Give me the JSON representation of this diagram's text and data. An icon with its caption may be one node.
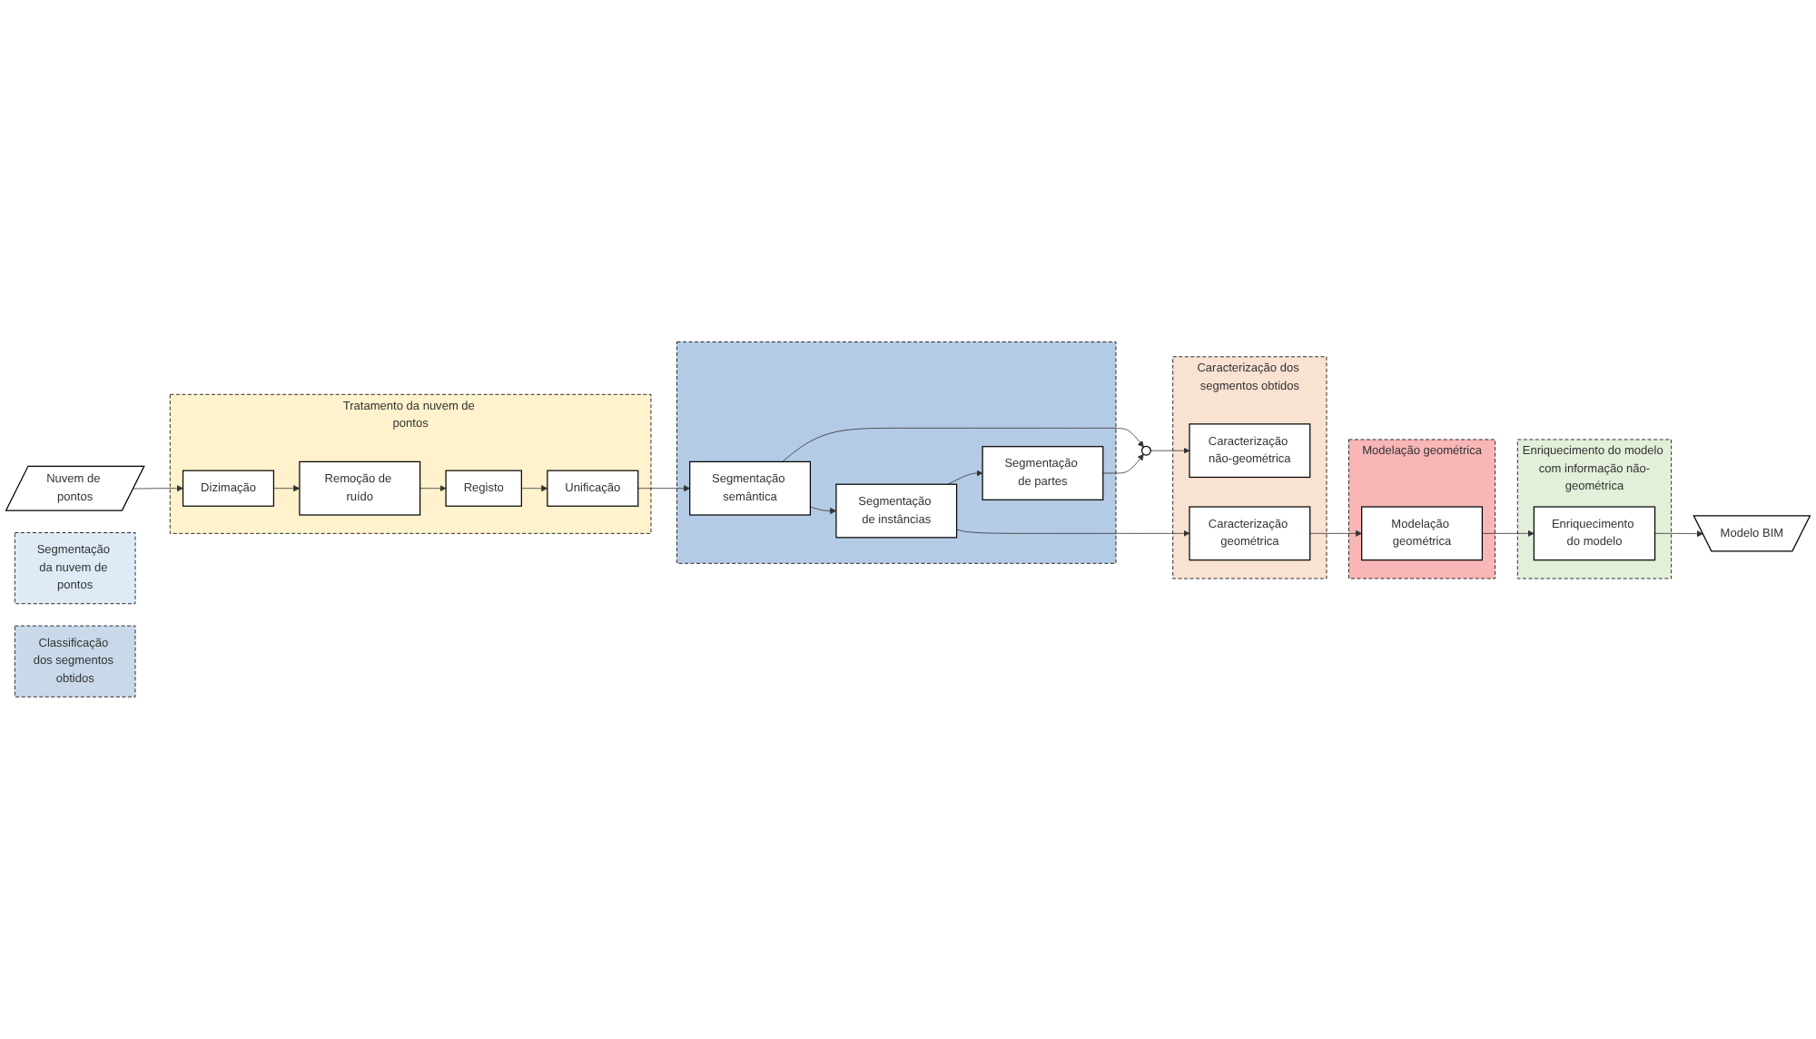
{
  "diagram": {
    "nodes": [
      {
        "text": [
          "Nuvem de pontos"
        ]
      },
      {
        "text": [
          "Tratamento da nuvem de pontos"
        ]
      },
      {
        "text": [
          "Dizimação"
        ],
        "in": 1
      },
      {
        "text": [
          "Remoção de ruído"
        ],
        "in": 1
      },
      {
        "text": [
          "Registo"
        ],
        "in": 1
      },
      {
        "text": [
          "Unificação"
        ],
        "in": 1
      },
      {
        "text": [
          "Segmentação da nuvem de pontos"
        ]
      },
      {
        "text": [],
        "shape": "box"
      },
      {
        "text": [
          "Segmentação semântica"
        ],
        "in": 7
      },
      {
        "text": [
          "Segmentação de instâncias"
        ],
        "in": 7
      },
      {
        "text": [
          "Segmentação de partes"
        ],
        "in": 7
      },
      {
        "text": [
          "Classificação dos segmentos obtidos"
        ]
      },
      {
        "text": [],
        "shape": "circle"
      },
      {
        "text": [
          "Caracterização dos segmentos obtidos"
        ]
      },
      {
        "text": [
          "Caracterização não-geométrica"
        ],
        "in": 13
      },
      {
        "text": [
          "Caracterização geométrica"
        ],
        "in": 13
      },
      {
        "text": [
          "Enriquecimento do modelo com informação não-geométrica"
        ]
      },
      {
        "text": [
          "Enriquecimento do modelo"
        ],
        "in": 16
      },
      {
        "text": [
          "Modelação geométrica"
        ]
      },
      {
        "text": [
          "Modelação geométrica"
        ],
        "in": 18
      },
      {
        "text": [
          "Modelo BIM"
        ]
      }
    ],
    "edges": [
      {
        "from": 0,
        "to": 2,
        "arrow": "to"
      },
      {
        "from": 2,
        "to": 3,
        "arrow": "to"
      },
      {
        "from": 3,
        "to": 4,
        "arrow": "to"
      },
      {
        "from": 4,
        "to": 5,
        "arrow": "to"
      },
      {
        "from": 5,
        "to": 8,
        "arrow": "to"
      },
      {
        "from": 8,
        "to": 9,
        "arrow": "to"
      },
      {
        "from": 9,
        "to": 10,
        "arrow": "to"
      },
      {
        "from": 8,
        "to": 12,
        "arrow": "to"
      },
      {
        "from": 10,
        "to": 12,
        "arrow": "to"
      },
      {
        "from": 12,
        "to": 14,
        "arrow": "to"
      },
      {
        "from": 9,
        "to": 15,
        "arrow": "to"
      },
      {
        "from": 15,
        "to": 19,
        "arrow": "to"
      },
      {
        "from": 19,
        "to": 17,
        "arrow": "to"
      },
      {
        "from": 17,
        "to": 20,
        "arrow": "to"
      }
    ]
  }
}
